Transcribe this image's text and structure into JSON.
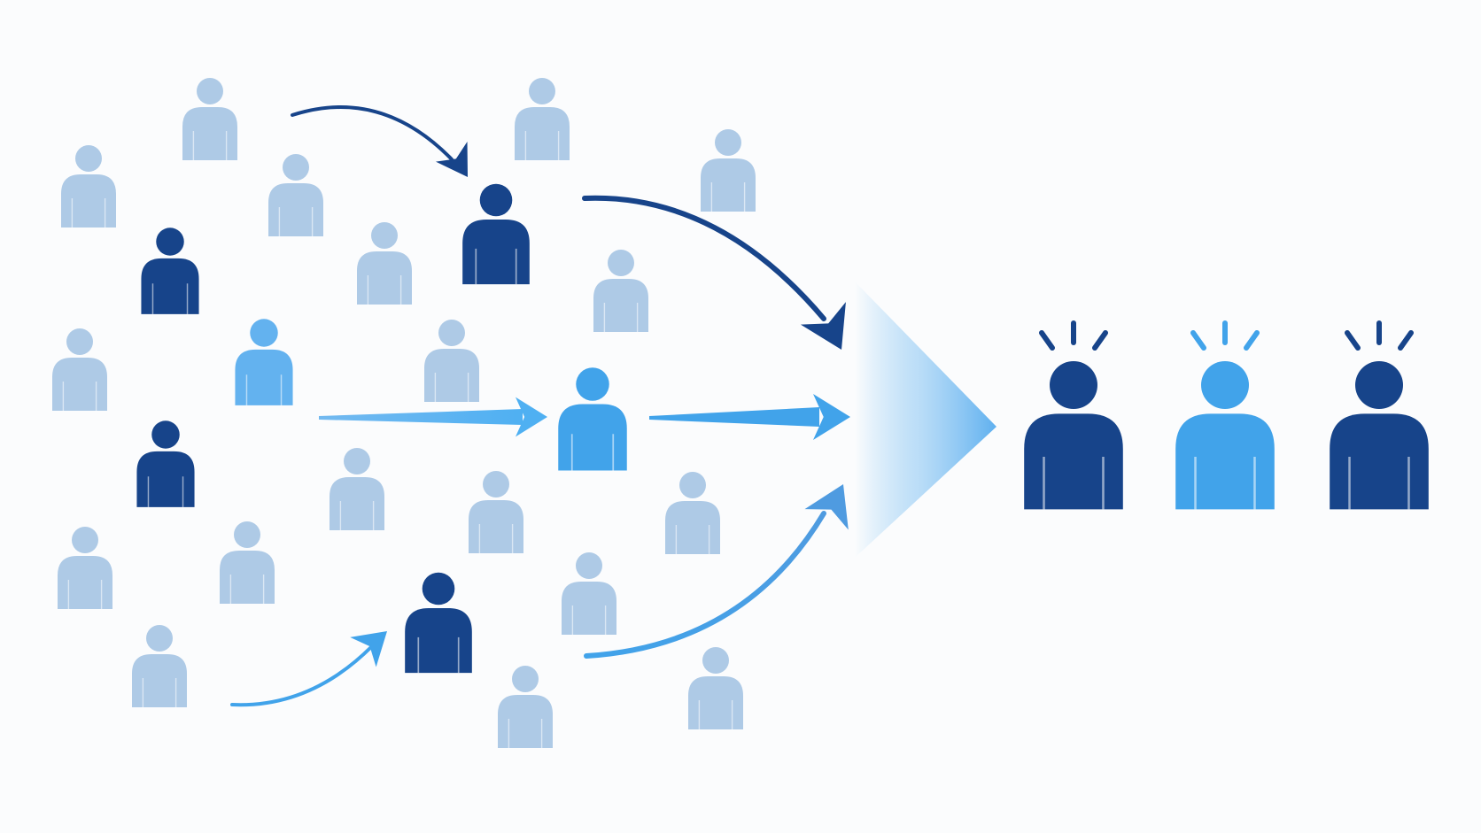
{
  "colors": {
    "background": "#fbfcfd",
    "crowd": "#aecae6",
    "mid_blue": "#63b2ef",
    "dark_blue": "#17448a",
    "bright_blue": "#41a3ea",
    "funnel": "#7fc2f2"
  },
  "crowd": [
    {
      "name": "crowd-person",
      "tone": "crowd"
    },
    {
      "name": "crowd-person",
      "tone": "crowd"
    },
    {
      "name": "crowd-person",
      "tone": "crowd"
    },
    {
      "name": "crowd-person",
      "tone": "crowd"
    },
    {
      "name": "crowd-person",
      "tone": "crowd"
    },
    {
      "name": "crowd-person",
      "tone": "crowd"
    },
    {
      "name": "crowd-person",
      "tone": "crowd"
    },
    {
      "name": "crowd-person",
      "tone": "crowd"
    },
    {
      "name": "crowd-person",
      "tone": "crowd"
    },
    {
      "name": "crowd-person",
      "tone": "crowd"
    },
    {
      "name": "crowd-person",
      "tone": "crowd"
    },
    {
      "name": "crowd-person",
      "tone": "crowd"
    },
    {
      "name": "crowd-person",
      "tone": "crowd"
    },
    {
      "name": "crowd-person",
      "tone": "crowd"
    },
    {
      "name": "crowd-person",
      "tone": "crowd"
    },
    {
      "name": "crowd-person",
      "tone": "crowd"
    },
    {
      "name": "crowd-person",
      "tone": "crowd"
    },
    {
      "name": "crowd-person",
      "tone": "crowd"
    },
    {
      "name": "crowd-person",
      "tone": "crowd"
    },
    {
      "name": "crowd-person",
      "tone": "crowd"
    }
  ],
  "highlighted": [
    {
      "name": "highlighted-person",
      "tone": "dark_blue"
    },
    {
      "name": "highlighted-person",
      "tone": "dark_blue"
    },
    {
      "name": "highlighted-person",
      "tone": "dark_blue"
    },
    {
      "name": "highlighted-person",
      "tone": "dark_blue"
    },
    {
      "name": "highlighted-person",
      "tone": "mid_blue"
    },
    {
      "name": "highlighted-person",
      "tone": "bright_blue"
    }
  ],
  "arrows": [
    {
      "name": "arrow-to-top-person",
      "tone": "dark_blue"
    },
    {
      "name": "arrow-into-funnel-top",
      "tone": "dark_blue"
    },
    {
      "name": "arrow-to-center-person",
      "tone": "mid_blue"
    },
    {
      "name": "arrow-center-to-funnel",
      "tone": "bright_blue"
    },
    {
      "name": "arrow-to-bottom-person",
      "tone": "bright_blue"
    },
    {
      "name": "arrow-into-funnel-bottom",
      "tone": "bright_blue"
    }
  ],
  "funnel": {
    "name": "funnel-triangle",
    "tone": "funnel"
  },
  "results": [
    {
      "name": "result-person-alert",
      "tone": "dark_blue"
    },
    {
      "name": "result-person-alert",
      "tone": "bright_blue"
    },
    {
      "name": "result-person-alert",
      "tone": "dark_blue"
    }
  ]
}
